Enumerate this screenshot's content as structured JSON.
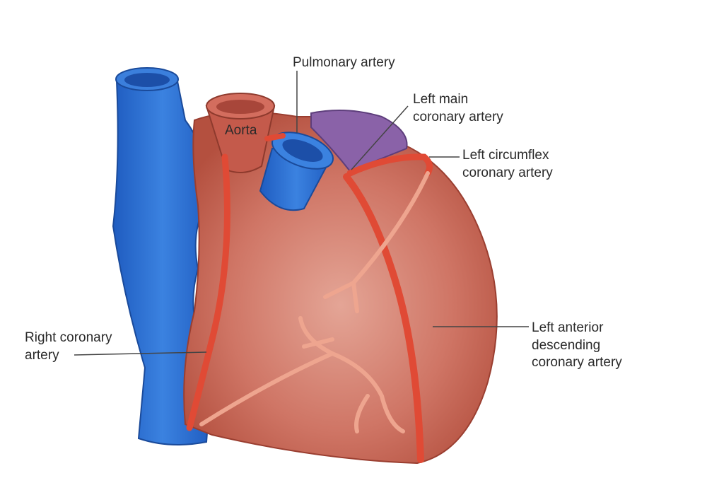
{
  "labels": {
    "pulmonary_artery": "Pulmonary artery",
    "left_main": [
      "Left main",
      "coronary artery"
    ],
    "left_circumflex": [
      "Left circumflex",
      "coronary artery"
    ],
    "aorta": "Aorta",
    "left_anterior_descending": [
      "Left anterior",
      "descending",
      "coronary artery"
    ],
    "right_coronary": [
      "Right coronary",
      "artery"
    ]
  },
  "colors": {
    "heart": "#c9675a",
    "heart_light": "#dc9585",
    "artery": "#e04a35",
    "vein": "#2f6fd0",
    "atrium": "#8a62a8",
    "label_line": "#444444"
  }
}
